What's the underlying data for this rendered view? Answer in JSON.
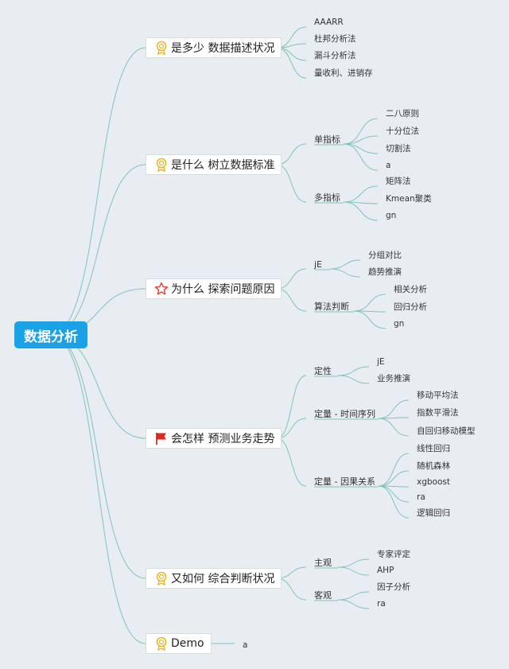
{
  "root": {
    "label": "数据分析"
  },
  "branches": [
    {
      "label": "是多少 数据描述状况",
      "icon": "ribbon-icon",
      "children": [
        {
          "label": "AAARR"
        },
        {
          "label": "杜邦分析法"
        },
        {
          "label": "漏斗分析法"
        },
        {
          "label": "量收利、进销存"
        }
      ]
    },
    {
      "label": "是什么 树立数据标准",
      "icon": "ribbon-icon",
      "children": [
        {
          "label": "单指标",
          "children": [
            {
              "label": "二八原则"
            },
            {
              "label": "十分位法"
            },
            {
              "label": "切割法"
            },
            {
              "label": "a"
            }
          ]
        },
        {
          "label": "多指标",
          "children": [
            {
              "label": "矩阵法"
            },
            {
              "label": "Kmean聚类"
            },
            {
              "label": "gn"
            }
          ]
        }
      ]
    },
    {
      "label": "为什么 探索问题原因",
      "icon": "star-icon",
      "children": [
        {
          "label": "jE",
          "children": [
            {
              "label": "分组对比"
            },
            {
              "label": "趋势推演"
            }
          ]
        },
        {
          "label": "算法判断",
          "children": [
            {
              "label": "相关分析"
            },
            {
              "label": "回归分析"
            },
            {
              "label": "gn"
            }
          ]
        }
      ]
    },
    {
      "label": "会怎样 预测业务走势",
      "icon": "flag-icon",
      "children": [
        {
          "label": "定性",
          "children": [
            {
              "label": "jE"
            },
            {
              "label": "业务推演"
            }
          ]
        },
        {
          "label": "定量 - 时间序列",
          "children": [
            {
              "label": "移动平均法"
            },
            {
              "label": "指数平滑法"
            },
            {
              "label": "自回归移动模型"
            }
          ]
        },
        {
          "label": "定量 - 因果关系",
          "children": [
            {
              "label": "线性回归"
            },
            {
              "label": "随机森林"
            },
            {
              "label": "xgboost"
            },
            {
              "label": "ra"
            },
            {
              "label": "逻辑回归"
            }
          ]
        }
      ]
    },
    {
      "label": "又如何 综合判断状况",
      "icon": "ribbon-icon",
      "children": [
        {
          "label": "主观",
          "children": [
            {
              "label": "专家评定"
            },
            {
              "label": "AHP"
            }
          ]
        },
        {
          "label": "客观",
          "children": [
            {
              "label": "因子分析"
            },
            {
              "label": "ra"
            }
          ]
        }
      ]
    },
    {
      "label": "Demo",
      "icon": "ribbon-icon",
      "children": [
        {
          "label": "a"
        }
      ]
    }
  ],
  "colors": {
    "root": "#1ba1e6",
    "line": "#7fc4b8",
    "background": "#e8edf1",
    "ribbon": "#e8b62d",
    "star": "#e24a3b",
    "flag": "#e02b20"
  }
}
